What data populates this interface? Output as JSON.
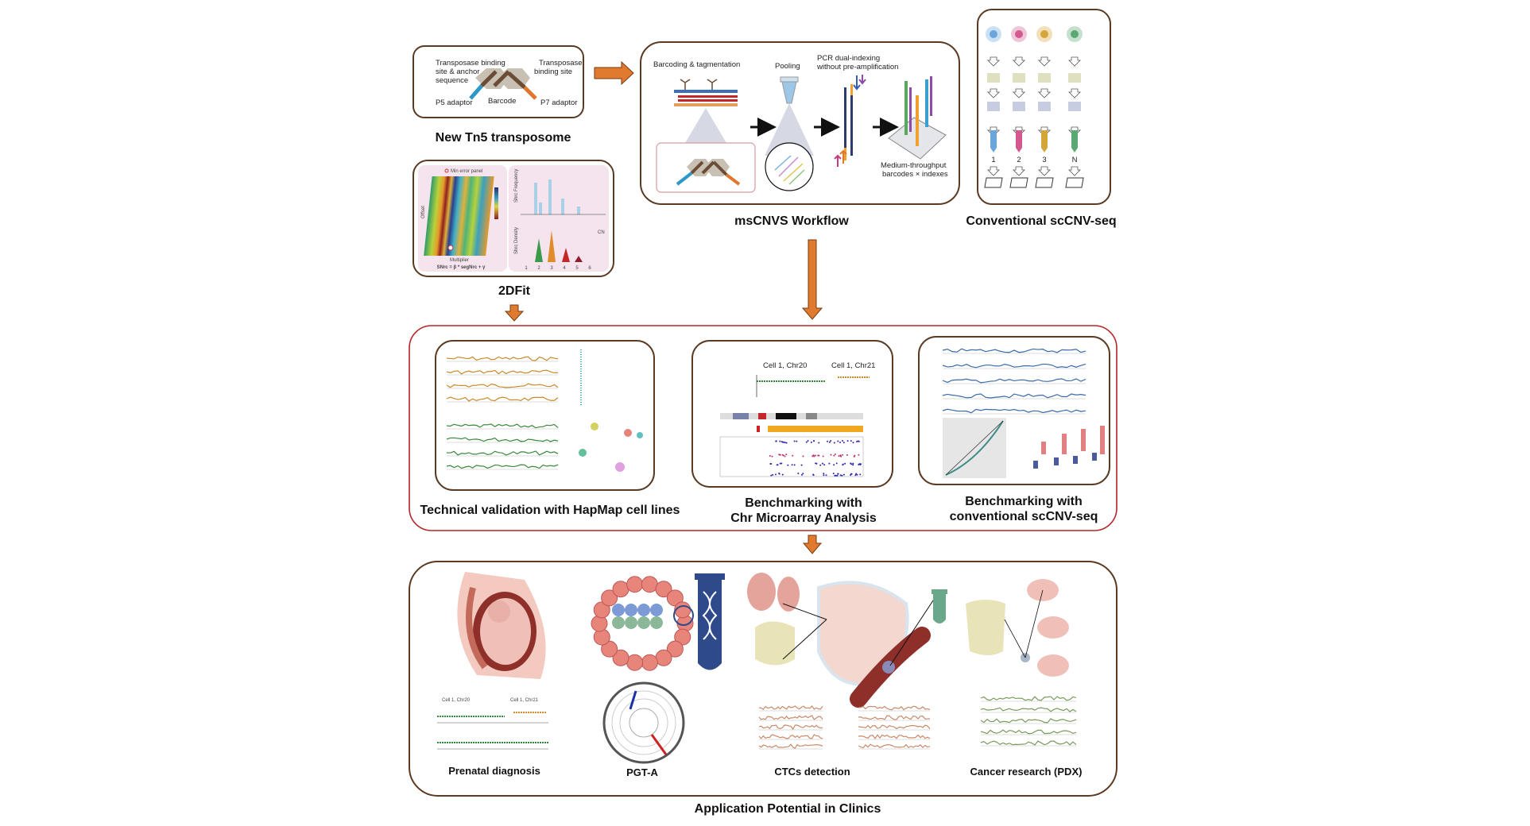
{
  "colors": {
    "accent_arrow": "#e07a2e",
    "box_border": "#5a3a22",
    "group_border": "#b3262b"
  },
  "tn5": {
    "title": "New Tn5 transposome",
    "label_anchor_1": "Transposase binding",
    "label_anchor_2": "site & anchor",
    "label_anchor_3": "sequence",
    "label_site_1": "Transposase",
    "label_site_2": "binding site",
    "p5": "P5 adaptor",
    "barcode": "Barcode",
    "p7": "P7 adaptor"
  },
  "workflow": {
    "title": "msCNVS Workflow",
    "step1": "Barcoding & tagmentation",
    "step2": "Pooling",
    "step3_1": "PCR dual-indexing",
    "step3_2": "without pre-amplification",
    "result_1": "Medium-throughput",
    "result_2": "barcodes × indexes"
  },
  "conventional": {
    "title": "Conventional scCNV-seq",
    "tube_labels": [
      "1",
      "2",
      "3",
      "N"
    ],
    "cell_colors": [
      "#6aa6dc",
      "#d2588f",
      "#d6a53a",
      "#5aa874"
    ]
  },
  "twodfit": {
    "title": "2DFit",
    "legend": "Min error panel",
    "xlabel": "Multiplier",
    "ylabel": "Offset",
    "formula": "SNrc = β * segNrc + γ",
    "hist_ylabel": "Shrc Frequency",
    "dens_ylabel": "Shrc Density",
    "cn_label": "CN",
    "x_ticks": [
      "1",
      "2",
      "3",
      "4",
      "5",
      "6"
    ]
  },
  "validation": {
    "hapmap_title": "Technical validation with HapMap cell lines",
    "cma_title_1": "Benchmarking with",
    "cma_title_2": "Chr Microarray Analysis",
    "cma_cell20": "Cell 1, Chr20",
    "cma_cell21": "Cell 1, Chr21",
    "conv_title_1": "Benchmarking with",
    "conv_title_2": "conventional scCNV-seq"
  },
  "clinics": {
    "title": "Application Potential in Clinics",
    "prenatal": "Prenatal diagnosis",
    "prenatal_cell20": "Cell 1, Chr20",
    "prenatal_cell21": "Cell 1, Chr21",
    "pgta": "PGT-A",
    "ctc": "CTCs detection",
    "pdx": "Cancer research (PDX)"
  }
}
